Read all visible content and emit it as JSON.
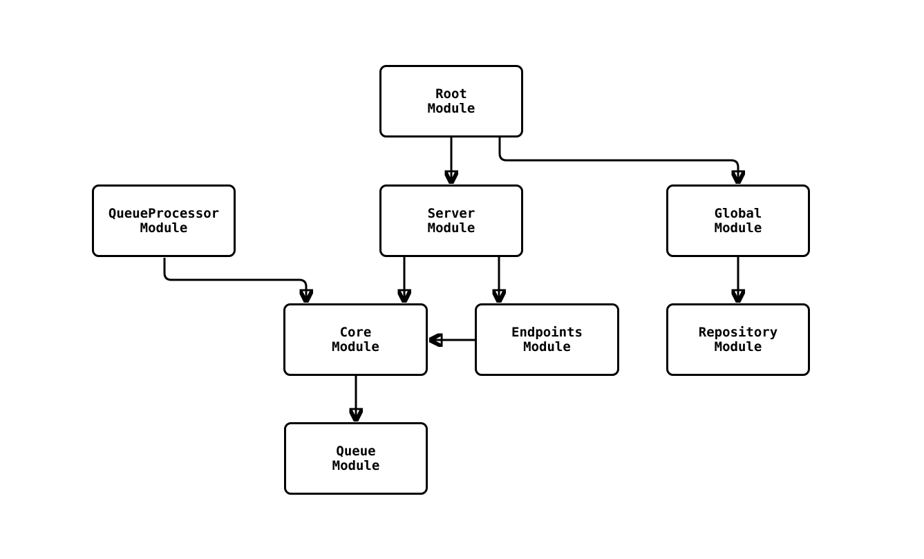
{
  "diagram": {
    "type": "flowchart",
    "direction": "top-down",
    "background": "#ffffff",
    "colors": {
      "node_fill": "#ffffff",
      "node_border": "#000000",
      "edge": "#000000",
      "text": "#000000"
    },
    "nodes": {
      "root": {
        "label": "Root\nModule"
      },
      "queueprocessor": {
        "label": "QueueProcessor\nModule"
      },
      "server": {
        "label": "Server\nModule"
      },
      "global": {
        "label": "Global\nModule"
      },
      "core": {
        "label": "Core\nModule"
      },
      "endpoints": {
        "label": "Endpoints\nModule"
      },
      "repository": {
        "label": "Repository\nModule"
      },
      "queue": {
        "label": "Queue\nModule"
      }
    },
    "edges": [
      {
        "from": "root",
        "to": "server"
      },
      {
        "from": "root",
        "to": "global"
      },
      {
        "from": "queueprocessor",
        "to": "core"
      },
      {
        "from": "server",
        "to": "core"
      },
      {
        "from": "server",
        "to": "endpoints"
      },
      {
        "from": "endpoints",
        "to": "core"
      },
      {
        "from": "global",
        "to": "repository"
      },
      {
        "from": "core",
        "to": "queue"
      }
    ]
  }
}
